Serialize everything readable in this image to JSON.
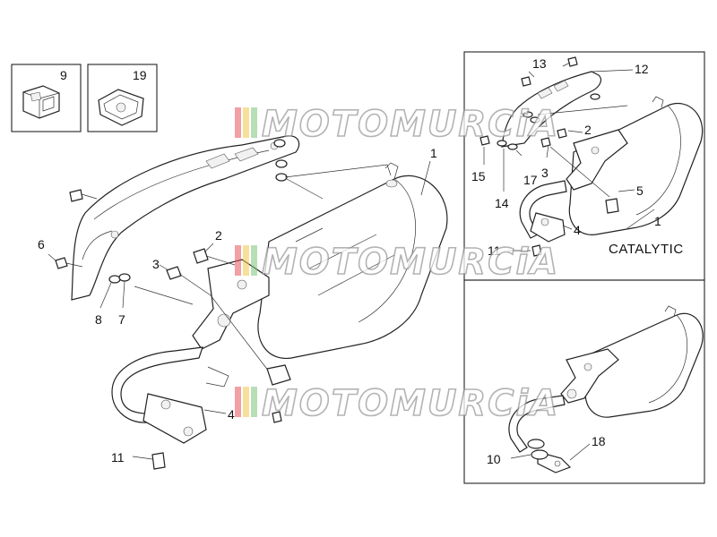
{
  "watermark": "MOTOMURCiA",
  "watermark_colors": [
    "#e8505b",
    "#f3c64a",
    "#7cc27a",
    "#9a9a9a"
  ],
  "catalytic_label": "CATALYTIC",
  "inset_numbers": {
    "clip": "9",
    "spring_clip": "19"
  },
  "main_numbers": {
    "muffler": "1",
    "bolt_2": "2",
    "bolt_3": "3",
    "gasket_4": "4",
    "bolt_6": "6",
    "washer_7": "7",
    "washer_8": "8",
    "screw_11": "11"
  },
  "catalytic_numbers": {
    "muffler": "1",
    "bolt_2": "2",
    "bolt_3": "3",
    "gasket_4": "4",
    "spacer_5": "5",
    "screw_11": "11",
    "heat_shield": "12",
    "screw_13": "13",
    "washer_14": "14",
    "screw_15": "15",
    "washer_17": "17"
  },
  "variant_numbers": {
    "gasket_10": "10",
    "gasket_18": "18"
  }
}
